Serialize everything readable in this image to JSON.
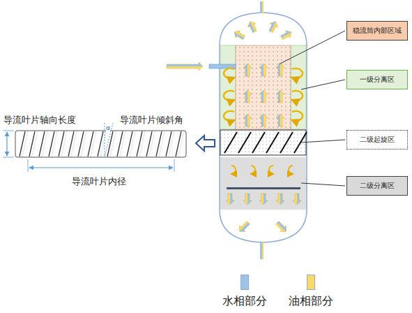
{
  "diagram": {
    "nodes": [
      {
        "text": [
          "稳流筒内部区域"
        ]
      },
      {
        "text": [
          "一级分离区"
        ]
      },
      {
        "text": [
          "二级起旋区"
        ]
      },
      {
        "text": [
          "二级分离区"
        ]
      }
    ],
    "labels": [
      "导流叶片轴向长度",
      "导流叶片倾斜角",
      "α",
      "导流叶片内径"
    ],
    "legend": [
      {
        "text": "水相部分",
        "color": "#9dc3e6"
      },
      {
        "text": "油相部分",
        "color": "#ffd966"
      }
    ]
  }
}
